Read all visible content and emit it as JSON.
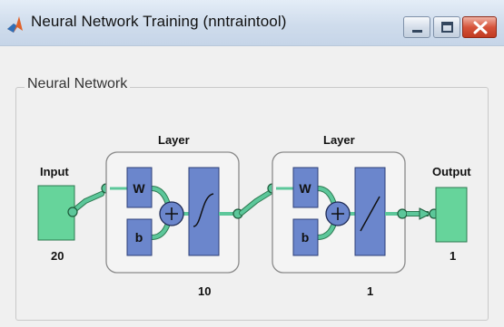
{
  "window": {
    "title": "Neural Network Training (nntraintool)",
    "controls": [
      "minimize-icon",
      "maximize-icon",
      "close-icon"
    ]
  },
  "panel": {
    "title": "Neural Network"
  },
  "diagram": {
    "input": {
      "label": "Input",
      "size": "20"
    },
    "layers": [
      {
        "title": "Layer",
        "weight_label": "W",
        "bias_label": "b",
        "size": "10",
        "transfer": "sigmoid"
      },
      {
        "title": "Layer",
        "weight_label": "W",
        "bias_label": "b",
        "size": "1",
        "transfer": "linear"
      }
    ],
    "output": {
      "label": "Output",
      "size": "1"
    },
    "sum_symbol": "+"
  },
  "colors": {
    "block_green": "#66d49b",
    "block_blue": "#6b86cc",
    "connector": "#5cc79a",
    "layer_box_border": "#8a8a8a"
  }
}
